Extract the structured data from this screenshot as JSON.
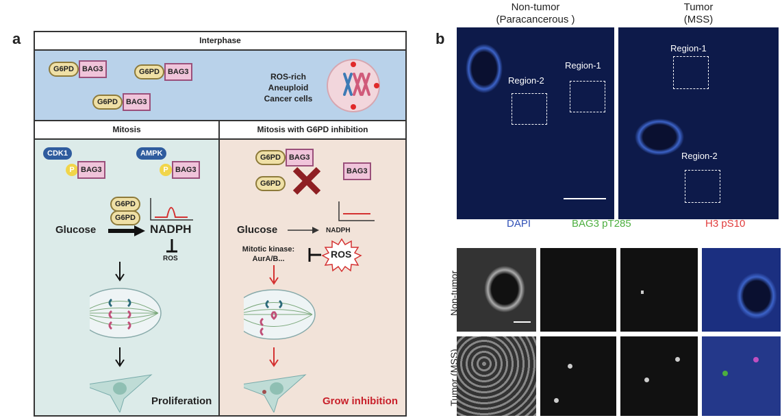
{
  "panel_a": {
    "label": "a",
    "interphase": {
      "title": "Interphase",
      "g6pd": "G6PD",
      "bag3": "BAG3",
      "cell_text": [
        "ROS-rich",
        "Aneuploid",
        "Cancer cells"
      ]
    },
    "mitosis": {
      "title": "Mitosis",
      "kinase1": "CDK1",
      "kinase2": "AMPK",
      "p": "P",
      "bag3": "BAG3",
      "g6pd": "G6PD",
      "glucose": "Glucose",
      "nadph": "NADPH",
      "ros": "ROS",
      "outcome": "Proliferation"
    },
    "inhibition": {
      "title": "Mitosis with G6PD inhibition",
      "g6pd": "G6PD",
      "bag3": "BAG3",
      "glucose": "Glucose",
      "nadph": "NADPH",
      "kinase": [
        "Mitotic kinase:",
        "AurA/B..."
      ],
      "ros": "ROS",
      "outcome": "Grow inhibition"
    }
  },
  "panel_b": {
    "label": "b",
    "columns": [
      {
        "title": "Non-tumor",
        "subtitle": "(Paracancerous )"
      },
      {
        "title": "Tumor",
        "subtitle": "(MSS)"
      }
    ],
    "regions": [
      "Region-1",
      "Region-2"
    ],
    "legend": [
      {
        "text": "DAPI",
        "color": "#2f4fb5"
      },
      {
        "text": "BAG3 pT285",
        "color": "#4cae3f"
      },
      {
        "text": "H3 pS10",
        "color": "#e03a3a"
      }
    ],
    "rows": [
      "Non-tumor",
      "Tumor (MSS)"
    ]
  }
}
